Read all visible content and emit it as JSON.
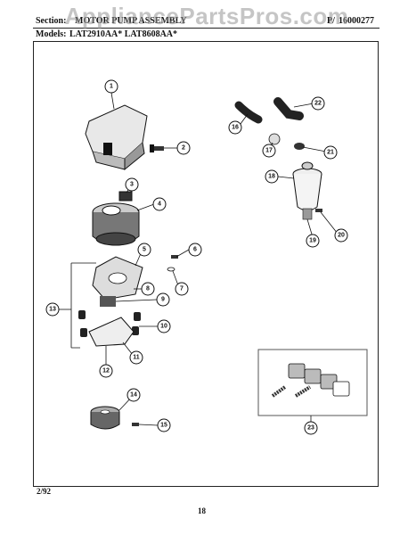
{
  "watermark": "AppliancePartsPros.com",
  "header": {
    "section_label": "Section:",
    "section_title": "MOTOR PUMP ASSEMBLY",
    "page_id_label": "P/",
    "page_id": "16000277",
    "models_label": "Models:",
    "models": "LAT2910AA*  LAT8608AA*"
  },
  "footer": {
    "date": "2/92",
    "page_number": "18"
  },
  "callouts": [
    "1",
    "2",
    "3",
    "4",
    "5",
    "6",
    "7",
    "8",
    "9",
    "10",
    "11",
    "12",
    "13",
    "14",
    "15",
    "16",
    "17",
    "18",
    "19",
    "20",
    "21",
    "22",
    "23"
  ]
}
